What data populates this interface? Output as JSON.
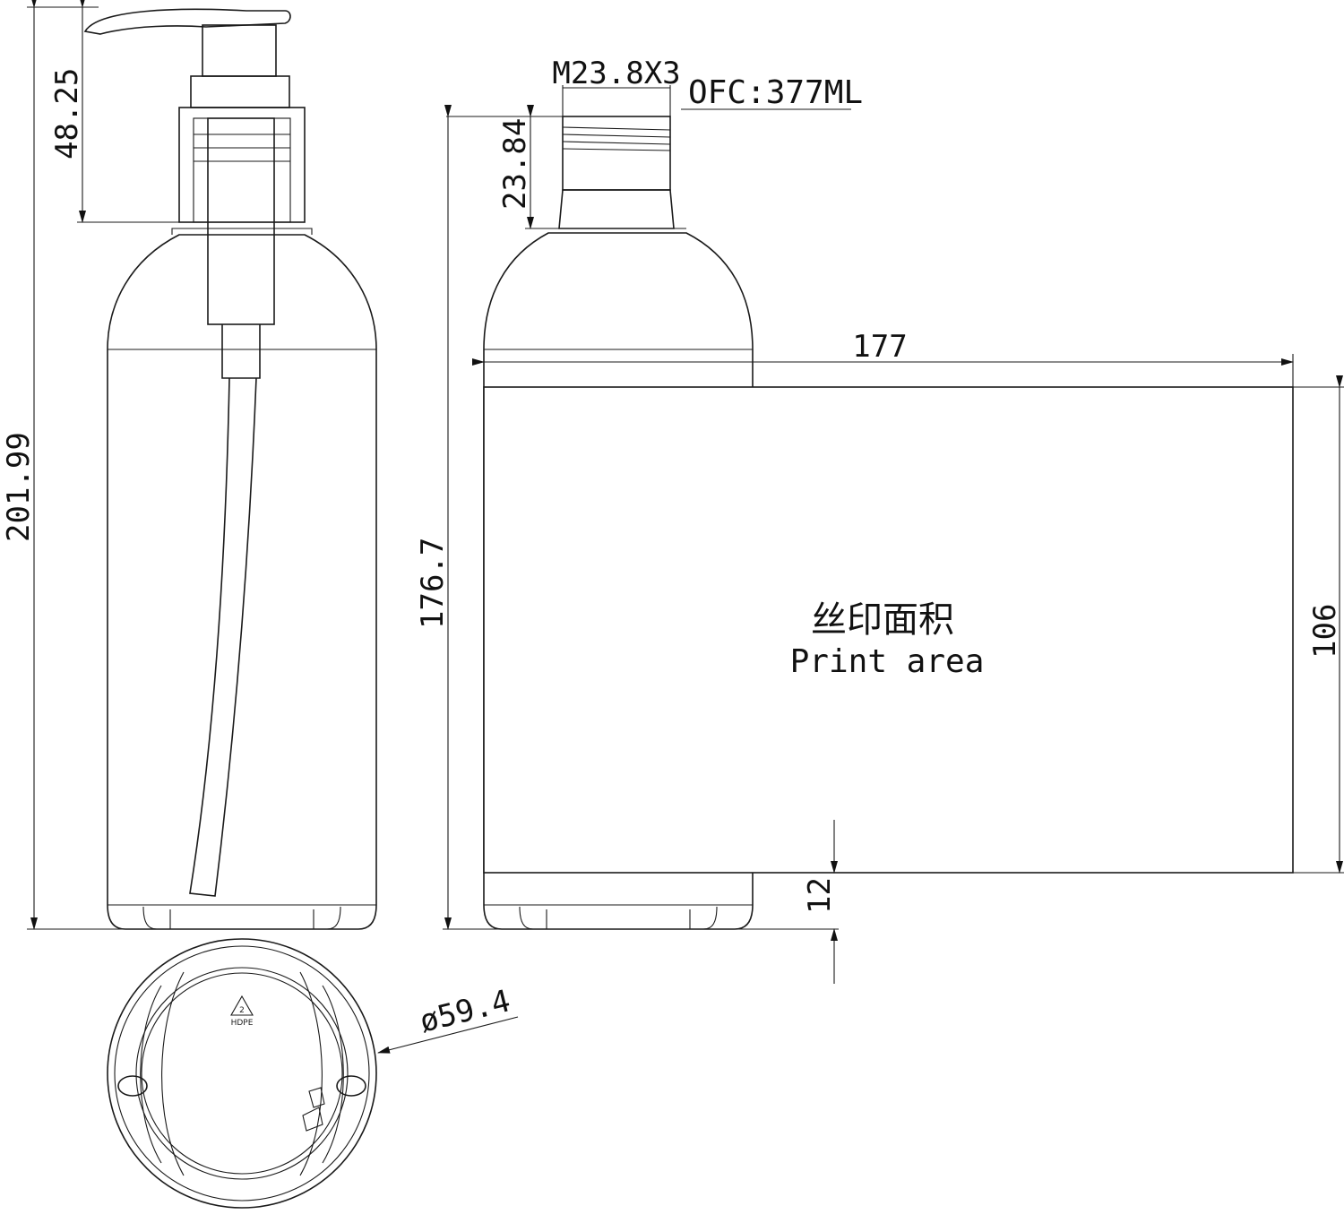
{
  "dimensions": {
    "total_height": "201.99",
    "pump_height": "48.25",
    "bottle_height": "176.7",
    "neck_height": "23.84",
    "neck_thread": "M23.8X3",
    "capacity": "OFC:377ML",
    "print_width": "177",
    "print_height": "106",
    "print_bottom_offset": "12",
    "diameter": "59.4"
  },
  "print_area": {
    "label_cn": "丝印面积",
    "label_en": "Print area"
  },
  "base_marking": {
    "recycle_code": "2",
    "material": "HDPE"
  }
}
